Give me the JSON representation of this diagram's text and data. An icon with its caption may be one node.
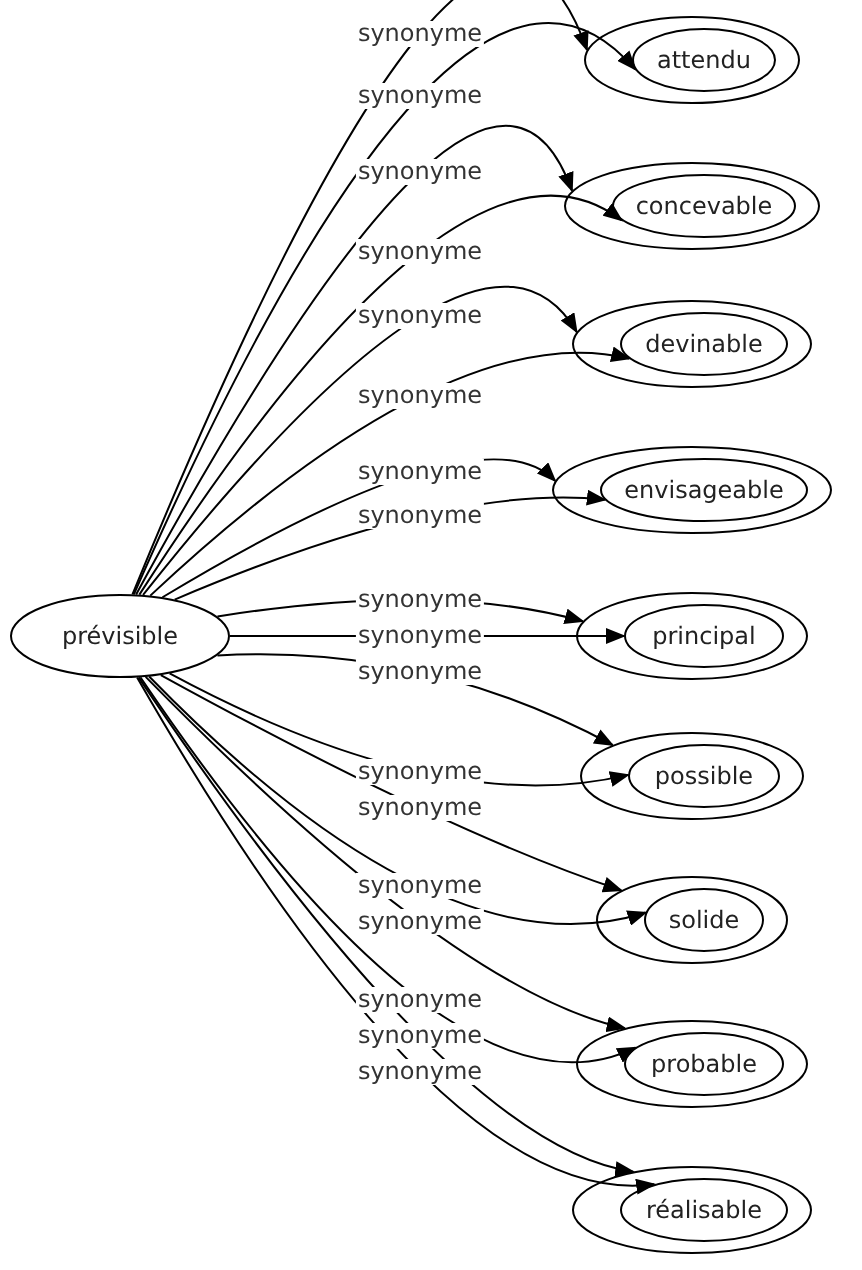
{
  "diagram": {
    "nodes": [
      {
        "text": [
          "prévisible"
        ]
      },
      {
        "text": [],
        "shape": "ellipse"
      },
      {
        "text": [
          "attendu"
        ],
        "in": 1
      },
      {
        "text": [],
        "shape": "ellipse"
      },
      {
        "text": [
          "concevable"
        ],
        "in": 3
      },
      {
        "text": [],
        "shape": "ellipse"
      },
      {
        "text": [
          "devinable"
        ],
        "in": 5
      },
      {
        "text": [],
        "shape": "ellipse"
      },
      {
        "text": [
          "envisageable"
        ],
        "in": 7
      },
      {
        "text": [],
        "shape": "ellipse"
      },
      {
        "text": [
          "principal"
        ],
        "in": 9
      },
      {
        "text": [],
        "shape": "ellipse"
      },
      {
        "text": [
          "possible"
        ],
        "in": 11
      },
      {
        "text": [],
        "shape": "ellipse"
      },
      {
        "text": [
          "solide"
        ],
        "in": 13
      },
      {
        "text": [],
        "shape": "ellipse"
      },
      {
        "text": [
          "probable"
        ],
        "in": 15
      },
      {
        "text": [],
        "shape": "ellipse"
      },
      {
        "text": [
          "réalisable"
        ],
        "in": 17
      }
    ],
    "edges": [
      {
        "from": 0,
        "to": 1,
        "arrow": "to",
        "label": "synonyme"
      },
      {
        "from": 0,
        "to": 2,
        "arrow": "to",
        "label": "synonyme"
      },
      {
        "from": 0,
        "to": 3,
        "arrow": "to",
        "label": "synonyme"
      },
      {
        "from": 0,
        "to": 4,
        "arrow": "to",
        "label": "synonyme"
      },
      {
        "from": 0,
        "to": 5,
        "arrow": "to",
        "label": "synonyme"
      },
      {
        "from": 0,
        "to": 6,
        "arrow": "to",
        "label": "synonyme"
      },
      {
        "from": 0,
        "to": 7,
        "arrow": "to",
        "label": "synonyme"
      },
      {
        "from": 0,
        "to": 8,
        "arrow": "to",
        "label": "synonyme"
      },
      {
        "from": 0,
        "to": 9,
        "arrow": "to",
        "label": "synonyme"
      },
      {
        "from": 0,
        "to": 10,
        "arrow": "to",
        "label": "synonyme"
      },
      {
        "from": 0,
        "to": 11,
        "arrow": "to",
        "label": "synonyme"
      },
      {
        "from": 0,
        "to": 12,
        "arrow": "to",
        "label": "synonyme"
      },
      {
        "from": 0,
        "to": 13,
        "arrow": "to",
        "label": "synonyme"
      },
      {
        "from": 0,
        "to": 14,
        "arrow": "to",
        "label": "synonyme"
      },
      {
        "from": 0,
        "to": 15,
        "arrow": "to",
        "label": "synonyme"
      },
      {
        "from": 0,
        "to": 16,
        "arrow": "to",
        "label": "synonyme"
      },
      {
        "from": 0,
        "to": 17,
        "arrow": "to",
        "label": "synonyme"
      },
      {
        "from": 0,
        "to": 18,
        "arrow": "to",
        "label": "synonyme"
      }
    ]
  }
}
